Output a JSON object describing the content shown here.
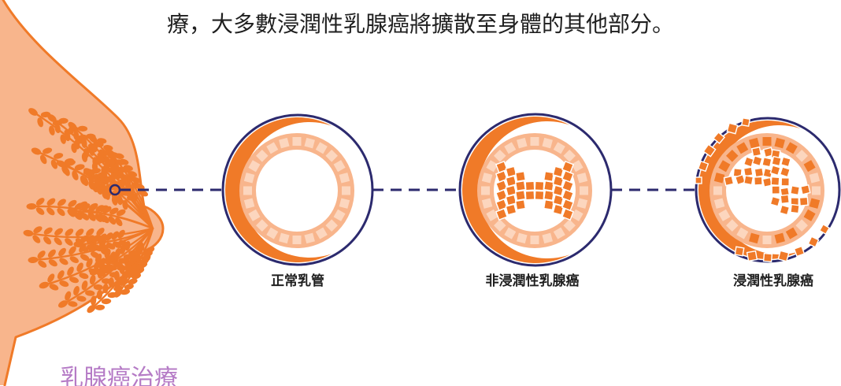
{
  "intro_text": "療，大多數浸潤性乳腺癌將擴散至身體的其他部分。",
  "stages": [
    {
      "label": "正常乳管"
    },
    {
      "label": "非浸潤性乳腺癌"
    },
    {
      "label": "浸潤性乳腺癌"
    }
  ],
  "section_heading": "乳腺癌治療",
  "colors": {
    "orange": "#F07A28",
    "peach": "#F8B58C",
    "tile": "#FCD6BE",
    "navy": "#2C2A6E",
    "heading": "#B57BC6",
    "text": "#1F1F1F",
    "background": "#FFFFFF"
  }
}
